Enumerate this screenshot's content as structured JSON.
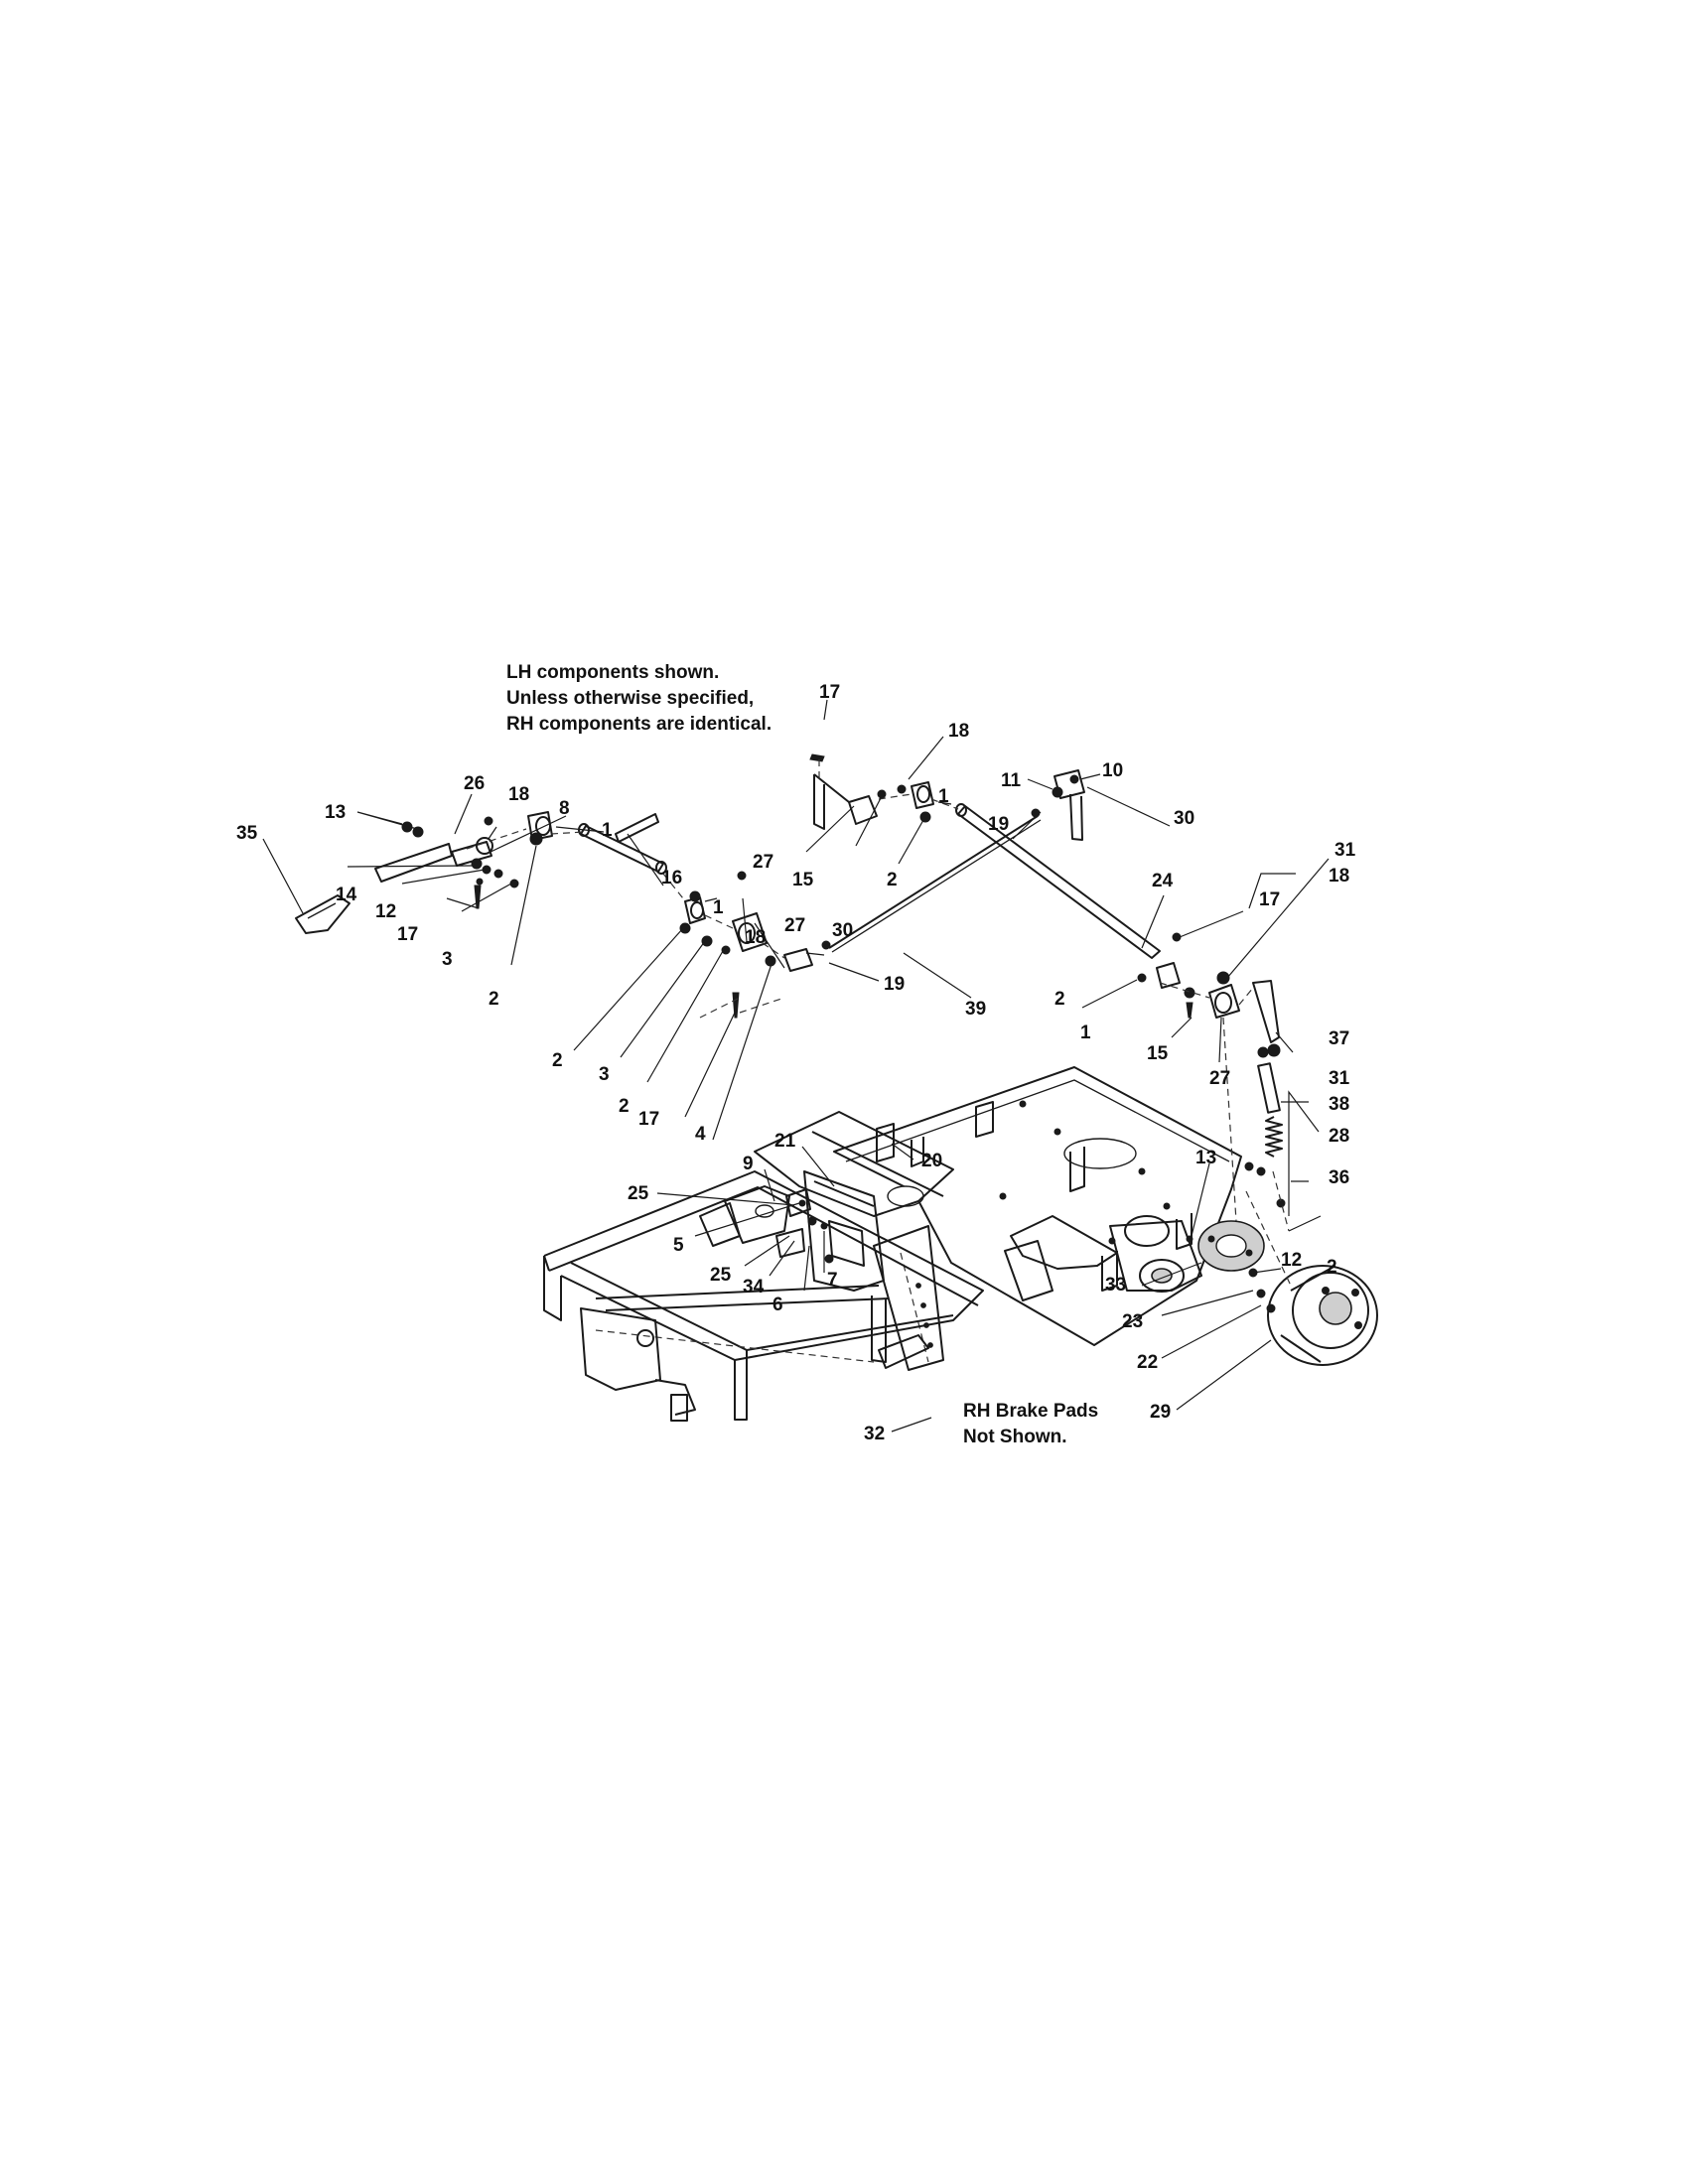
{
  "notes": {
    "lh_line1": "LH components shown.",
    "lh_line2": "Unless otherwise specified,",
    "lh_line3": "RH components are identical.",
    "rh_line1": "RH Brake Pads",
    "rh_line2": "Not Shown."
  },
  "callouts": [
    "17",
    "18",
    "26",
    "18",
    "8",
    "13",
    "35",
    "1",
    "16",
    "14",
    "12",
    "17",
    "3",
    "2",
    "27",
    "15",
    "1",
    "2",
    "11",
    "10",
    "19",
    "30",
    "24",
    "1",
    "18",
    "27",
    "30",
    "19",
    "39",
    "2",
    "3",
    "2",
    "17",
    "4",
    "17",
    "31",
    "18",
    "2",
    "1",
    "15",
    "37",
    "27",
    "31",
    "38",
    "28",
    "13",
    "36",
    "2",
    "21",
    "20",
    "9",
    "25",
    "5",
    "25",
    "34",
    "6",
    "7",
    "33",
    "12",
    "23",
    "22",
    "29",
    "32"
  ]
}
